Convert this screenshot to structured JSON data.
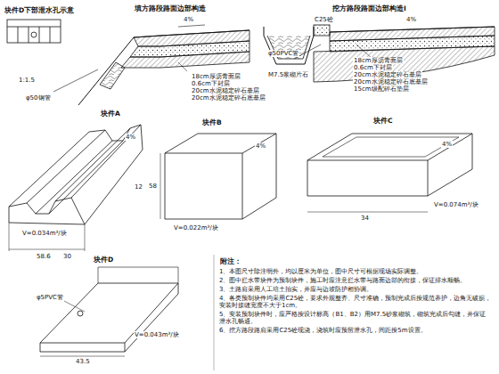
{
  "diagram": {
    "labels": [
      "块件D下部泄水孔示意",
      "填方路段路面边部构造",
      "4%",
      "1:1.5",
      "φ50钢管",
      "18cm厚沥青面层",
      "0.6cm下封层",
      "20cm水泥稳定碎石基层",
      "20cm水泥稳定碎石底基层",
      "挖方路段路面边部构造Ⅰ",
      "4%",
      "C25砼",
      "M7.5浆砌片石",
      "φ50PVC管",
      "18cm厚沥青面层",
      "0.6cm下封层",
      "20cm水泥稳定碎石基层",
      "20cm水泥稳定碎石底基层",
      "15cm级配碎石垫层",
      "块件A",
      "4%",
      "V=0.034m³/块",
      "58.6",
      "12",
      "30",
      "块件B",
      "4%",
      "V=0.022m³/块",
      "58",
      "块件C",
      "4%",
      "V=0.074m³/块",
      "34",
      "块件D",
      "φ5PVC管",
      "V=0.043m³/块",
      "43.5",
      "附注：",
      "1、本图尺寸除注明外，均以厘米为单位，图中尺寸可根据现场实际调整。",
      "2、图中拦水带块件为预制块件，施工时应注意拦水带与路面边部的衔接，保证排水顺畅。",
      "3、土路肩采用人工培土拍实，并应与边坡防护相协调。",
      "4、各类预制块件均采用C25砼，要求外观整齐、尺寸准确，预制完成后按规范养护，边角无破损，安装时接缝宽度不大于1cm。",
      "5、安装预制块件时，应严格按设计标高（B1、B2）用M7.5砂浆砌筑，砌筑完成后勾缝，并保证泄水孔畅通。",
      "6、挖方路段路肩采用C25砼现浇，浇筑时应预留泄水孔，间距按5m设置。"
    ]
  }
}
